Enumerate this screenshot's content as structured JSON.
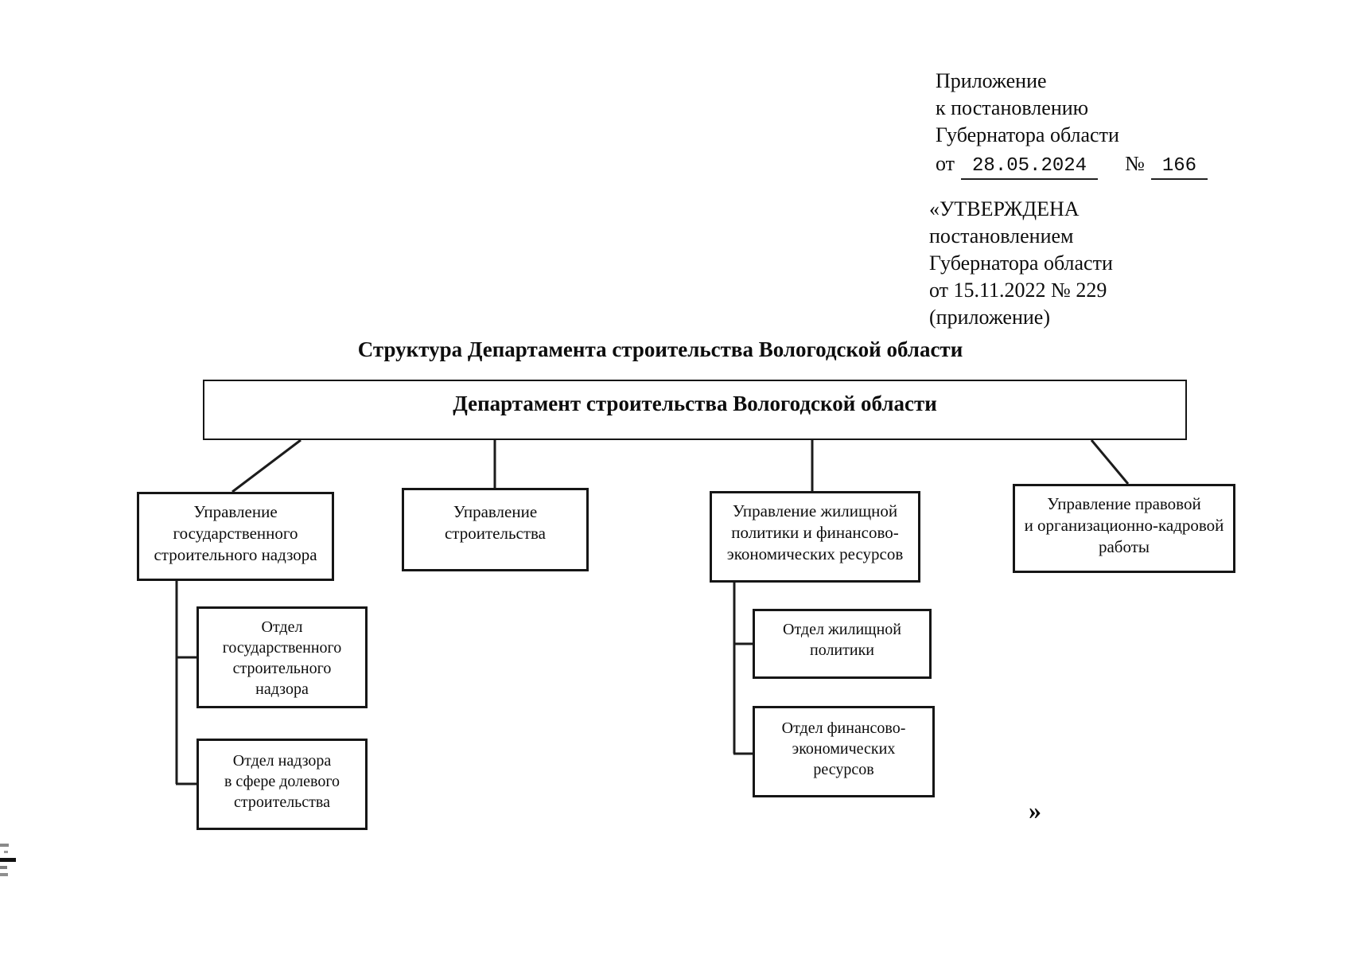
{
  "document": {
    "appendix_note": {
      "lines": [
        "Приложение",
        "к постановлению",
        "Губернатора области"
      ],
      "date_prefix": "от",
      "date_value": "28.05.2024",
      "number_sign": "№",
      "number_value": "166"
    },
    "approval_note": {
      "lines": [
        "«УТВЕРЖДЕНА",
        "постановлением",
        "Губернатора области",
        "от 15.11.2022 № 229",
        "(приложение)"
      ]
    },
    "title": "Структура Департамента строительства Вологодской области",
    "closing_quote": "»"
  },
  "org_chart": {
    "root": {
      "label": "Департамент строительства Вологодской области"
    },
    "divisions": [
      {
        "label": "Управление\nгосударственного\nстроительного надзора",
        "departments": [
          {
            "label": "Отдел\nгосударственного\nстроительного\nнадзора"
          },
          {
            "label": "Отдел надзора\nв сфере долевого\nстроительства"
          }
        ]
      },
      {
        "label": "Управление\nстроительства",
        "departments": []
      },
      {
        "label": "Управление жилищной\nполитики и финансово-\nэкономических ресурсов",
        "departments": [
          {
            "label": "Отдел жилищной\nполитики"
          },
          {
            "label": "Отдел финансово-\nэкономических\nресурсов"
          }
        ]
      },
      {
        "label": "Управление правовой\nи организационно-кадровой\nработы",
        "departments": []
      }
    ],
    "colors": {
      "background": "#ffffff",
      "box_border": "#161616",
      "connector_line": "#1c1c1c",
      "text": "#0d0d0d"
    }
  }
}
